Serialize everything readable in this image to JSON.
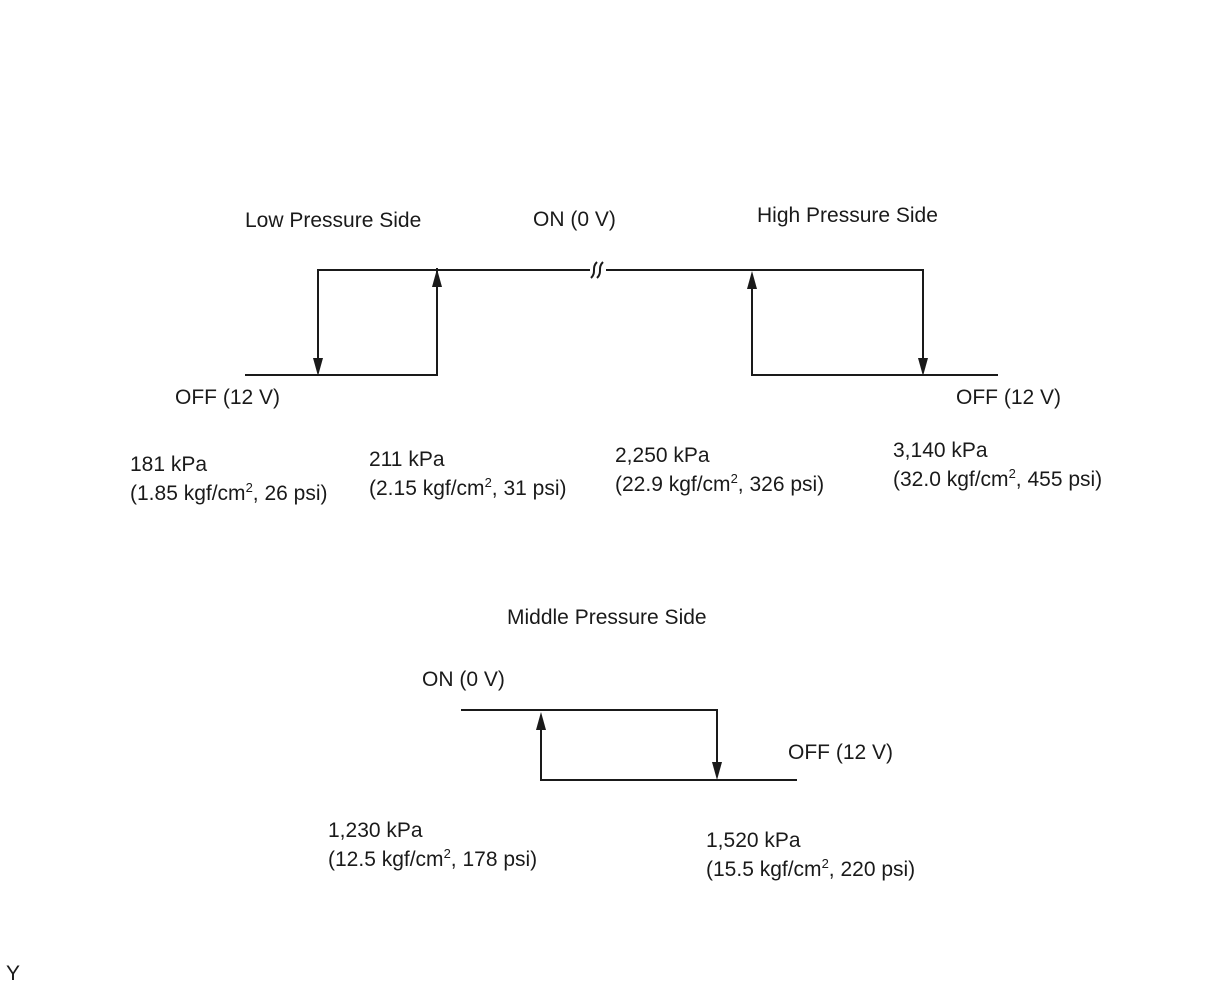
{
  "low": {
    "title": "Low Pressure Side",
    "off_label": "OFF (12 V)",
    "p1_kpa": "181 kPa",
    "p1_kgf": "1.85 kgf/cm",
    "p1_psi": ", 26 psi)",
    "p2_kpa": "211 kPa",
    "p2_kgf": "2.15 kgf/cm",
    "p2_psi": ", 31 psi)"
  },
  "on_label": "ON (0 V)",
  "high": {
    "title": "High Pressure Side",
    "off_label": "OFF (12 V)",
    "p1_kpa": "2,250 kPa",
    "p1_kgf": "22.9 kgf/cm",
    "p1_psi": ", 326 psi)",
    "p2_kpa": "3,140 kPa",
    "p2_kgf": "32.0 kgf/cm",
    "p2_psi": ", 455 psi)"
  },
  "middle": {
    "title": "Middle Pressure Side",
    "on_label": "ON (0 V)",
    "off_label": "OFF (12 V)",
    "p1_kpa": "1,230 kPa",
    "p1_kgf": "12.5 kgf/cm",
    "p1_psi": ", 178 psi)",
    "p2_kpa": "1,520 kPa",
    "p2_kgf": "15.5 kgf/cm",
    "p2_psi": ", 220 psi)"
  },
  "units": {
    "open_paren": "(",
    "squared": "2"
  },
  "corner_mark": "Y"
}
